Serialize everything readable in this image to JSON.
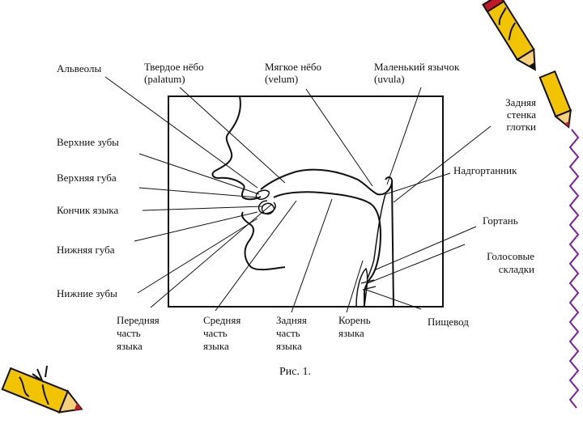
{
  "labels": {
    "alveoly": "Альвеолы",
    "tverdoe_1": "Твердое нёбо",
    "tverdoe_2": "(palatum)",
    "myagkoe_1": "Мягкое нёбо",
    "myagkoe_2": "(velum)",
    "yazychok_1": "Маленький язычок",
    "yazychok_2": "(uvula)",
    "stenka_1": "Задняя",
    "stenka_2": "стенка",
    "stenka_3": "глотки",
    "verh_zuby": "Верхние зубы",
    "verh_guba": "Верхняя губа",
    "konchik": "Кончик языка",
    "nizh_guba": "Нижняя губа",
    "nizh_zuby": "Нижние зубы",
    "nadgortannik": "Надгортанник",
    "gortan": "Гортань",
    "golos_1": "Голосовые",
    "golos_2": "складки",
    "perednyaya_1": "Передняя",
    "perednyaya_2": "часть",
    "perednyaya_3": "языка",
    "srednyaya_1": "Средняя",
    "srednyaya_2": "часть",
    "srednyaya_3": "языка",
    "zadnyaya_1": "Задняя",
    "zadnyaya_2": "часть",
    "zadnyaya_3": "языка",
    "koren_1": "Корень",
    "koren_2": "языка",
    "pischevod": "Пищевод"
  },
  "caption": "Рис. 1.",
  "colors": {
    "line": "#111111",
    "pencil_body": "#f2c400",
    "pencil_stroke": "#d8a000",
    "pencil_tip": "#c0182a",
    "border_purple": "#7a1fa8"
  },
  "icons": [
    "pencil-icon-top-right",
    "pencil-icon-bottom-left",
    "purple-zigzag-border"
  ]
}
